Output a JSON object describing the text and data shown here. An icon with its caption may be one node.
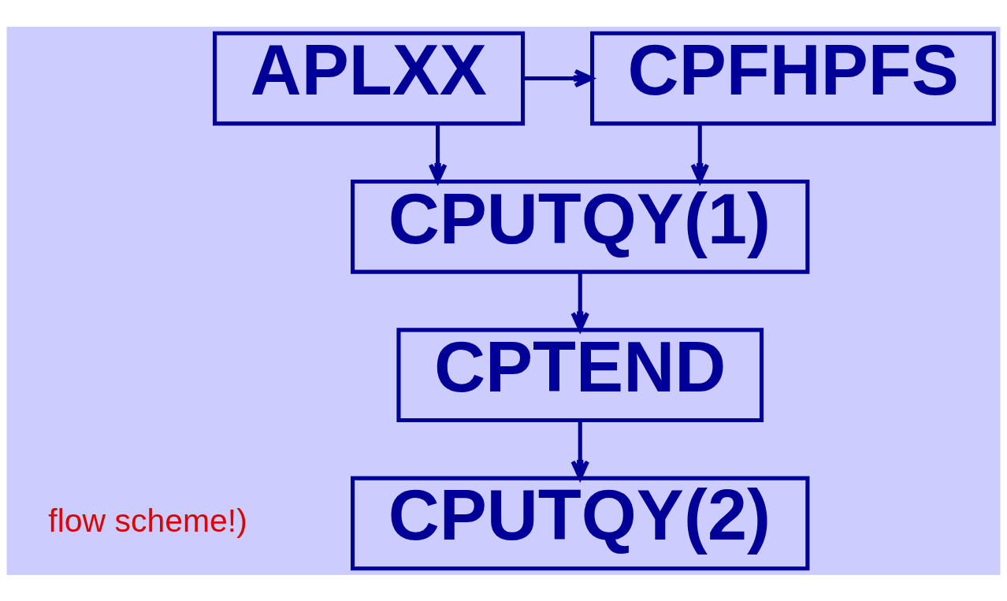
{
  "diagram": {
    "nodes": [
      {
        "text": [
          "APLXX"
        ]
      },
      {
        "text": [
          "CPFHPFS"
        ]
      },
      {
        "text": [
          "CPUTQY(1)"
        ]
      },
      {
        "text": [
          "CPTEND"
        ]
      },
      {
        "text": [
          "CPUTQY(2)"
        ]
      }
    ],
    "edges": [
      {
        "from": 0,
        "to": 1,
        "arrow": "to"
      },
      {
        "from": 0,
        "to": 2,
        "arrow": "to"
      },
      {
        "from": 1,
        "to": 2,
        "arrow": "to"
      },
      {
        "from": 2,
        "to": 3,
        "arrow": "to"
      },
      {
        "from": 3,
        "to": 4,
        "arrow": "to"
      }
    ],
    "labels": [
      "flow scheme!)"
    ]
  }
}
